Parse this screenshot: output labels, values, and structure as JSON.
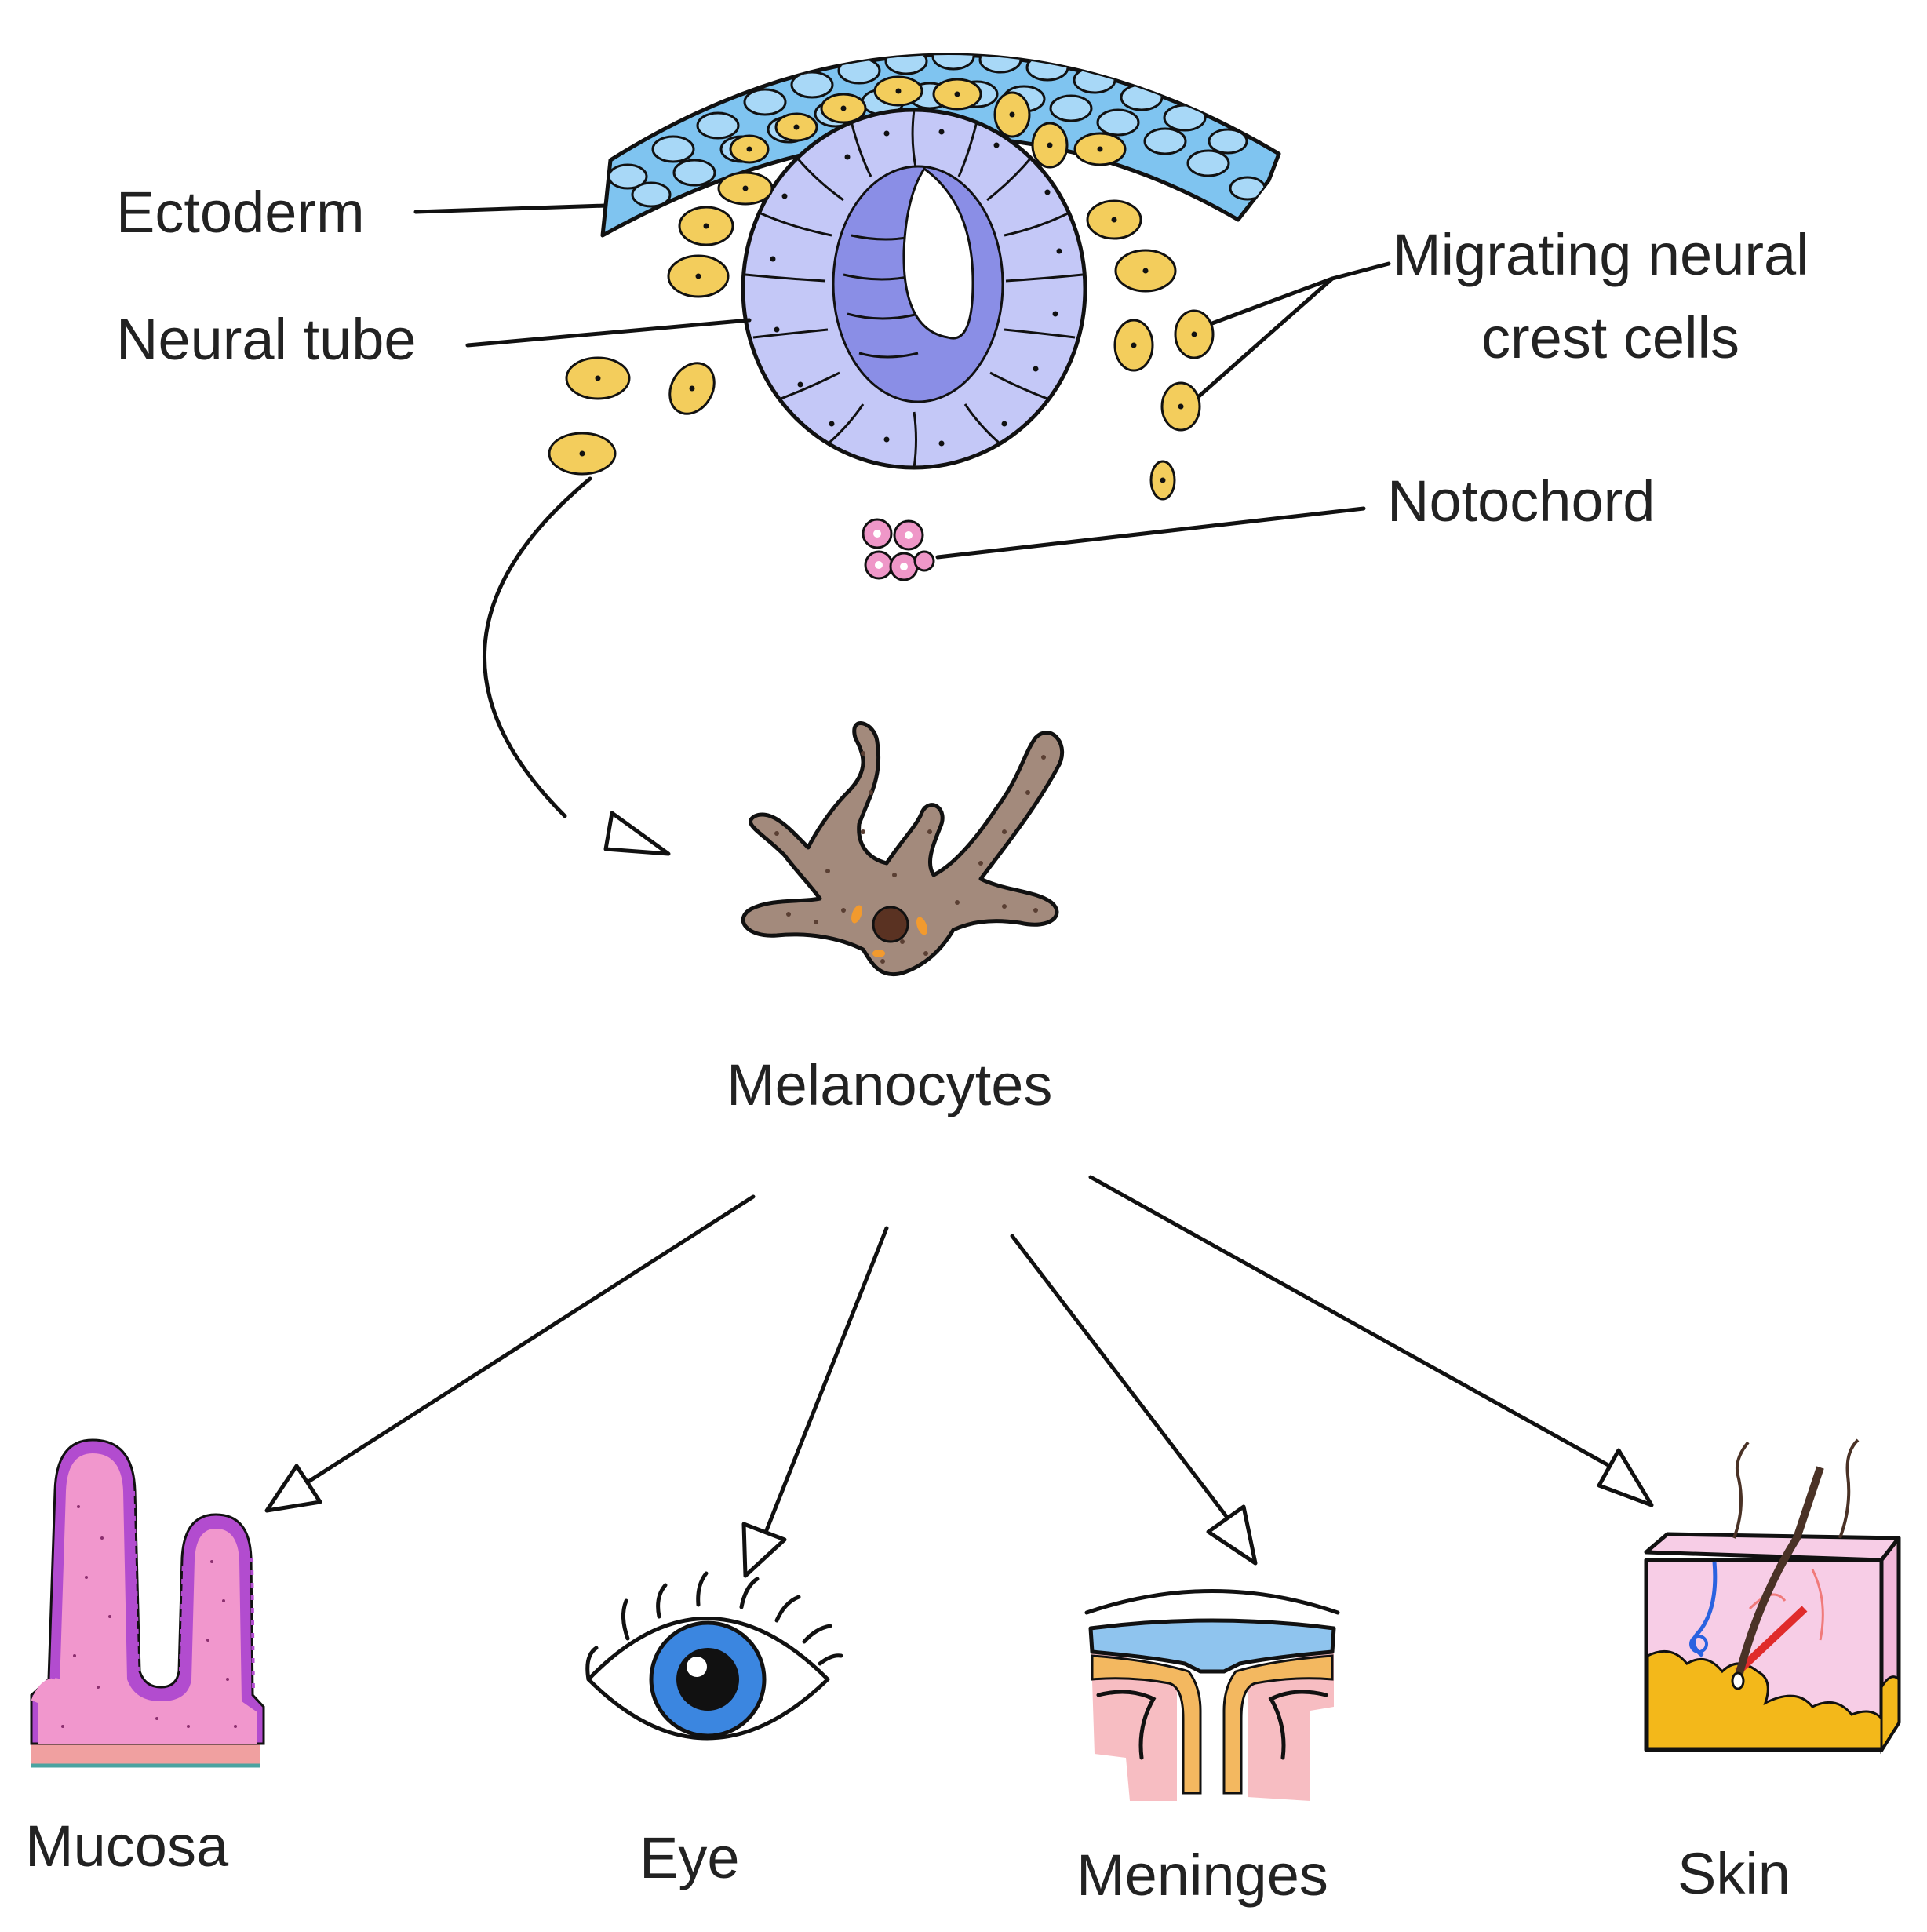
{
  "labels": {
    "ectoderm": "Ectoderm",
    "neural_tube": "Neural tube",
    "migrating_line1": "Migrating neural",
    "migrating_line2": "crest cells",
    "notochord": "Notochord",
    "melanocytes": "Melanocytes",
    "mucosa": "Mucosa",
    "eye": "Eye",
    "meninges": "Meninges",
    "skin": "Skin"
  },
  "colors": {
    "ectoderm_cells": "#7fc4f0",
    "neural_tube": "#c4c8f7",
    "neural_lumen_lining": "#8a8ee6",
    "crest_cells": "#f3cd5c",
    "notochord": "#ef97c8",
    "melanocyte": "#a38a7c",
    "mucosa": "#f197cd",
    "mucosa_edge": "#b24ccf",
    "iris": "#3b86e0",
    "meninges_blue": "#8fc4ee",
    "meninges_orange": "#f3b860",
    "skin": "#f7cde6",
    "fat": "#f3b81a"
  },
  "icons": [
    "ectoderm-icon",
    "neural-tube-icon",
    "neural-crest-cell-icon",
    "notochord-icon",
    "melanocyte-icon",
    "mucosa-icon",
    "eye-icon",
    "meninges-icon",
    "skin-icon"
  ]
}
